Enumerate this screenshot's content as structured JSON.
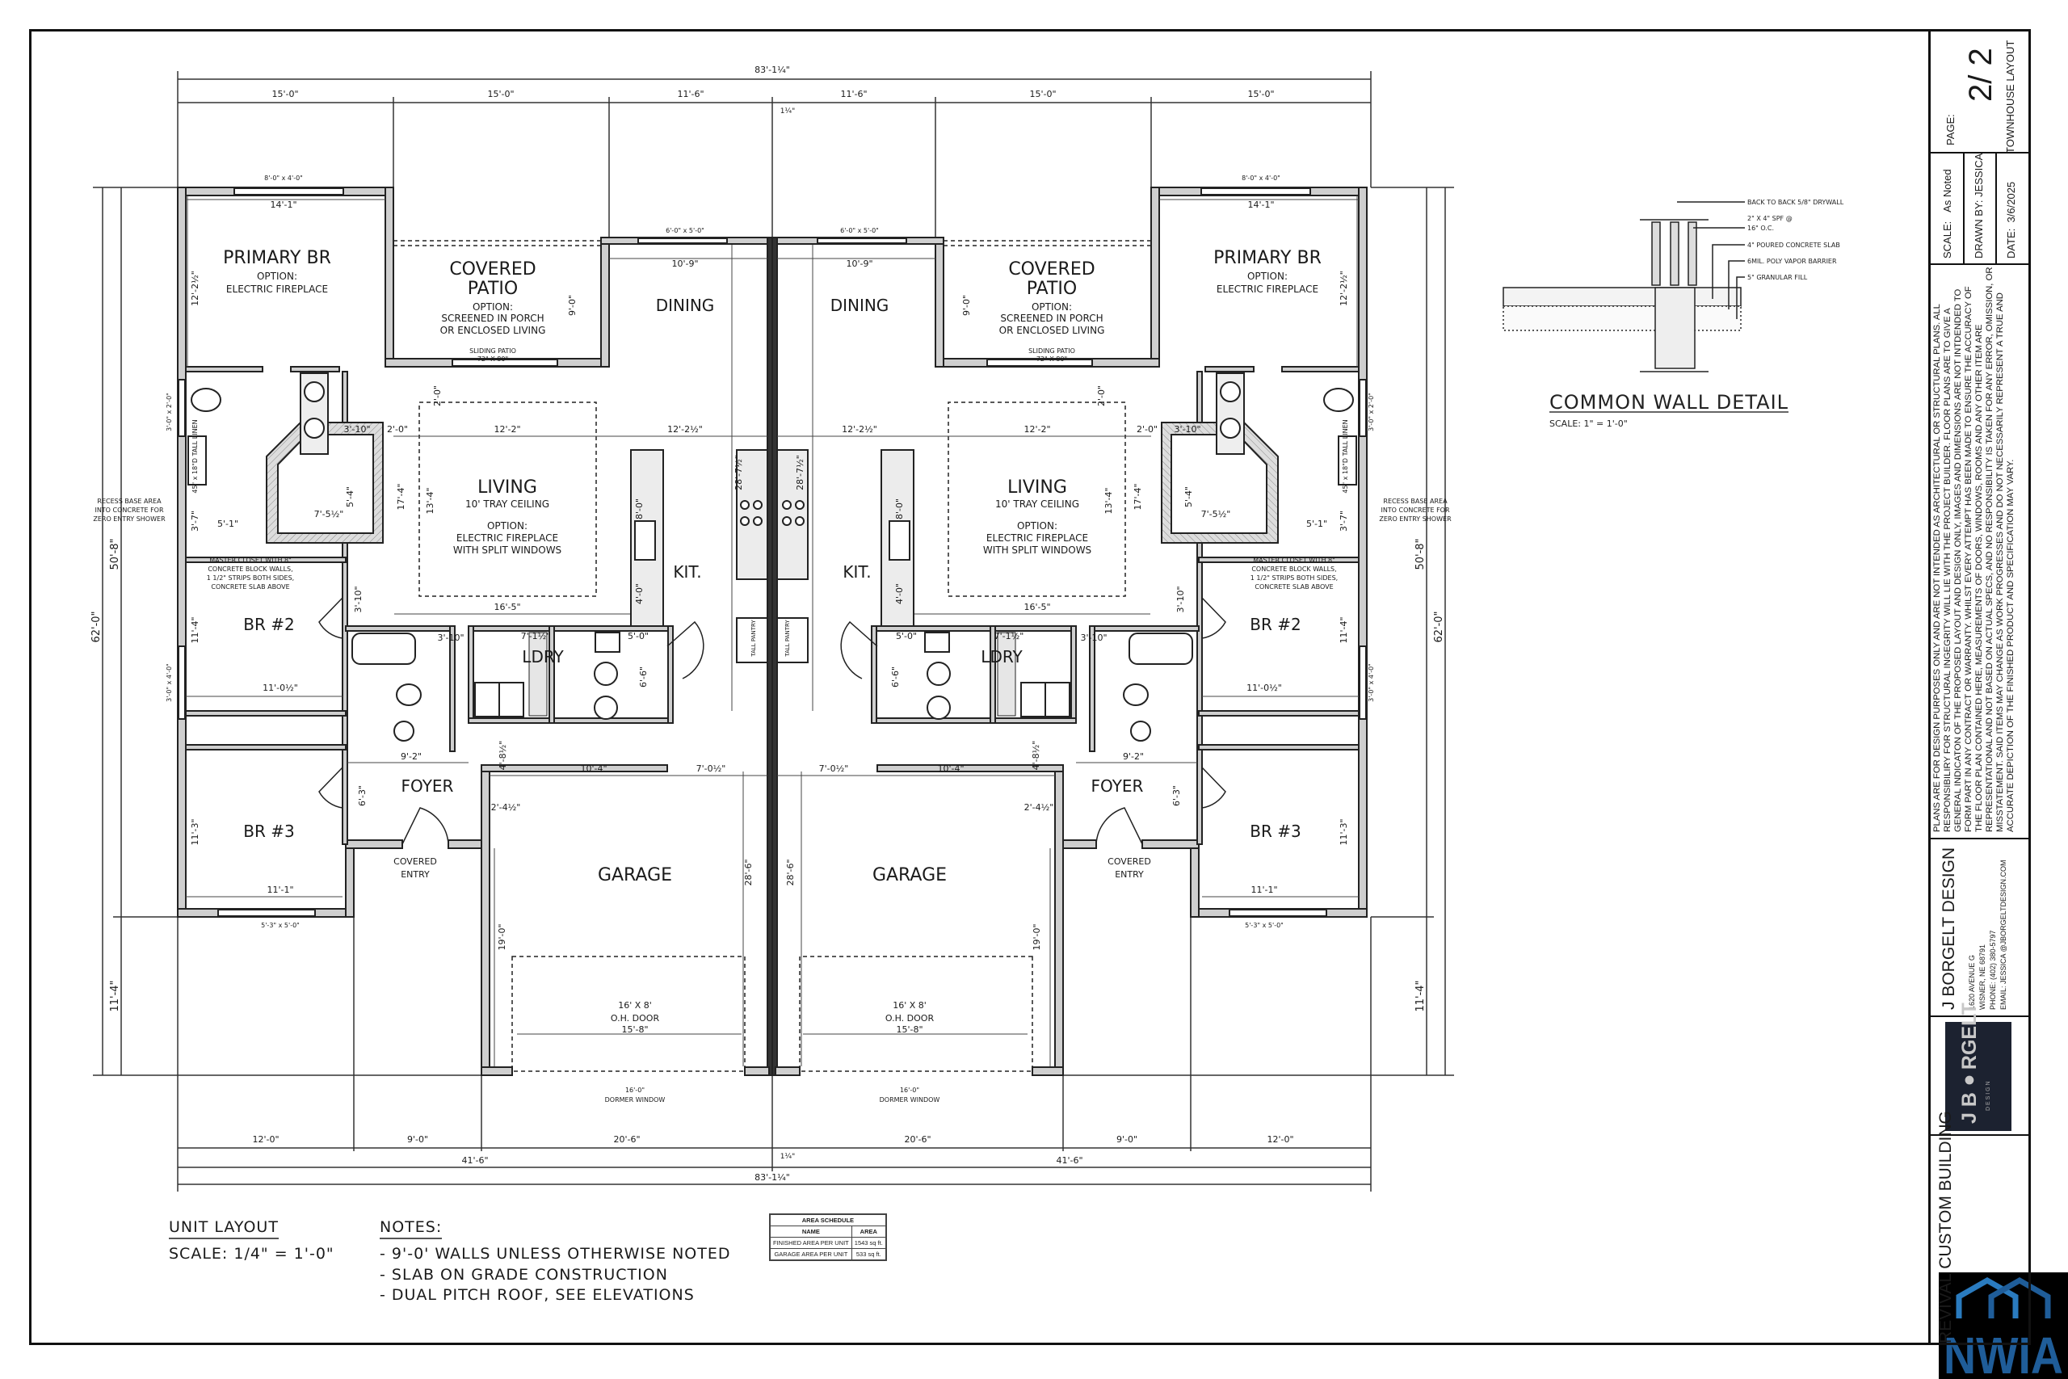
{
  "title_block": {
    "page_label": "PAGE:",
    "page_value": "2/ 2",
    "sheet_title": "TOWNHOUSE LAYOUT",
    "scale_label": "SCALE:",
    "scale_value": "As Noted",
    "drawn_by": "DRAWN BY: JESSICA",
    "date_label": "DATE:",
    "date_value": "3/6/2025",
    "disclaimer": "PLANS ARE FOR DESIGN PURPOSES ONLY AND ARE NOT INTENDED AS ARCHITECTURAL OR STRUCTURAL PLANS.  ALL RESPONSIBILIRY FOR STRUCTURAL INGEGRITY WILL LIE WITH THE PROJECT BUILDER. FLOOR PLANS ARE TO GIVE A GENERAL INDICATON OF THE PROPOSED LAYOUT AND DESIGN ONLY, IMAGES AND DIMENSIONS ARE NOT INTDENDED TO FORM PART IN ANY CONTRACT OR WARRANTY. WHILST EVERY ATTEMPT HAS BEEN MADE TO ENSURE THE ACCURACY OF THE FLOOR PLAN CONTAINED HERE, MEASUREMENTS OF DOORS, WINDOWS, ROOMS AND ANY OTHER ITEM ARE REPRESENTATIONAL AND NOT BASED ON ACTUAL SPECS, AND NO RESPONSIBILITY IS TAKEN FOR ANY ERROR, OMISSION, OR MISSTATEMENT. SAID ITEMS MAY CHANGE AS WORK PROGRESSES AND DO NOT NECESSARILY REPRESENT A TRUE AND ACCURATE DEPICTION OF THE FINISHED PRODUCT AND SPECIFICATION MAY VARY.",
    "company": "J BORGELT DESIGN",
    "address1": "1620 AVENUE G",
    "address2": "WISNER, NE 68791",
    "phone": "PHONE: (402) 380-5797",
    "email": "EMAIL: JESSICA @JBORGELTDESIGN.COM",
    "logo_text": "J B●RGELT",
    "logo_sub": "D E S I G N",
    "client": "REVIVAL CUSTOM BUILDING"
  },
  "watermark": {
    "text": "NWIA",
    "color": "#1f5d99"
  },
  "unit_layout": {
    "title": "UNIT LAYOUT",
    "scale": "SCALE: 1/4\" = 1'-0\""
  },
  "notes": {
    "title": "NOTES:",
    "items": [
      "- 9'-0' WALLS UNLESS OTHERWISE NOTED",
      "- SLAB ON GRADE CONSTRUCTION",
      "- DUAL PITCH ROOF, SEE ELEVATIONS"
    ]
  },
  "area_schedule": {
    "title": "AREA SCHEDULE",
    "headers": [
      "NAME",
      "AREA"
    ],
    "rows": [
      [
        "FINISHED AREA PER UNIT",
        "1543 sq ft."
      ],
      [
        "GARAGE AREA PER UNIT",
        "533 sq ft."
      ]
    ]
  },
  "detail": {
    "title": "COMMON WALL DETAIL",
    "scale": "SCALE: 1\" = 1'-0\"",
    "callouts": [
      "BACK TO BACK 5/8\" DRYWALL",
      "2\" X 4\" SPF @",
      "16\" O.C.",
      "4\" POURED CONCRETE SLAB",
      "6MIL. POLY VAPOR BARRIER",
      "5\" GRANULAR FILL"
    ]
  },
  "plan": {
    "labels": {
      "primary_br": "PRIMARY BR",
      "option": "OPTION:",
      "electric_fireplace": "ELECTRIC FIREPLACE",
      "covered": "COVERED",
      "patio": "PATIO",
      "screened": "SCREENED IN PORCH",
      "enclosed": "OR ENCLOSED LIVING",
      "sliding_patio": "SLIDING PATIO",
      "sliding_size": "72\" X 80\"",
      "dining": "DINING",
      "living": "LIVING",
      "tray": "10' TRAY CEILING",
      "with_split": "WITH SPLIT WINDOWS",
      "kit": "KIT.",
      "ldry": "LDRY",
      "br2": "BR #2",
      "br3": "BR #3",
      "foyer": "FOYER",
      "covered_entry_1": "COVERED",
      "covered_entry_2": "ENTRY",
      "garage": "GARAGE",
      "oh_size": "16' X 8'",
      "oh_door": "O.H. DOOR",
      "oh_width": "15'-8\"",
      "dormer_size": "16'-0\"",
      "dormer": "DORMER WINDOW",
      "tall_pantry": "TALL PANTRY",
      "closet_1": "MASTER CLOSET WITH 8\"",
      "closet_2": "CONCRETE BLOCK WALLS,",
      "closet_3": "1 1/2\" STRIPS BOTH SIDES,",
      "closet_4": "CONCRETE SLAB ABOVE",
      "linen": "45\" x 18\"D TALL LINEN",
      "recess_1": "RECESS BASE AREA",
      "recess_2": "INTO CONCRETE FOR",
      "recess_3": "ZERO ENTRY SHOWER",
      "win_bath": "3'-0\" x 2'-0\"",
      "win_br2": "3'-0\" x 4'-0\"",
      "win_primary": "8'-0\" x 4'-0\"",
      "win_dining": "6'-0\" x 5'-0\"",
      "win_br3": "5'-3\" x 5'-0\""
    },
    "dims": {
      "d_14_1": "14'-1\"",
      "d_12_2h": "12'-2½\"",
      "d_10_9": "10'-9\"",
      "d_9_0": "9'-0\"",
      "d_12_2": "12'-2\"",
      "d_12_2h_b": "12'-2½\"",
      "d_28_7h": "28'-7½\"",
      "d_8_0": "8'-0\"",
      "d_4_0": "4'-0\"",
      "d_16_5": "16'-5\"",
      "d_3_10": "3'-10\"",
      "d_2_0": "2'-0\"",
      "d_17_4": "17'-4\"",
      "d_13_4": "13'-4\"",
      "d_7_5h": "7'-5½\"",
      "d_5_4": "5'-4\"",
      "d_3_7": "3'-7\"",
      "d_5_1": "5'-1\"",
      "d_11_4": "11'-4\"",
      "d_11_0h": "11'-0½\"",
      "d_9_2": "9'-2\"",
      "d_6_3": "6'-3\"",
      "d_11_3": "11'-3\"",
      "d_11_1": "11'-1\"",
      "d_3_10b": "3'-10\"",
      "d_7_1h": "7'-1½\"",
      "d_5_0": "5'-0\"",
      "d_6_6": "6'-6\"",
      "d_10_4": "10'-4\"",
      "d_7_0h": "7'-0½\"",
      "d_2_4h": "2'-4½\"",
      "d_4_8h": "4'-8½\"",
      "d_19_0": "19'-0\"",
      "d_28_6": "28'-6\"",
      "d_2_0v": "2'-0\"",
      "d_3_10v": "3'-10\""
    },
    "overall": {
      "top_total": "83'-1¼\"",
      "top_segments": [
        "15'-0\"",
        "15'-0\"",
        "11'-6\"",
        "11'-6\"",
        "15'-0\"",
        "15'-0\""
      ],
      "center_gap": "1¼\"",
      "bottom_segments": [
        "12'-0\"",
        "9'-0\"",
        "20'-6\"",
        "20'-6\"",
        "9'-0\"",
        "12'-0\""
      ],
      "bottom_units": [
        "41'-6\"",
        "41'-6\""
      ],
      "bottom_total": "83'-1¼\"",
      "depth_total": "62'-0\"",
      "depth_living": "50'-8\"",
      "depth_garage": "11'-4\""
    }
  }
}
